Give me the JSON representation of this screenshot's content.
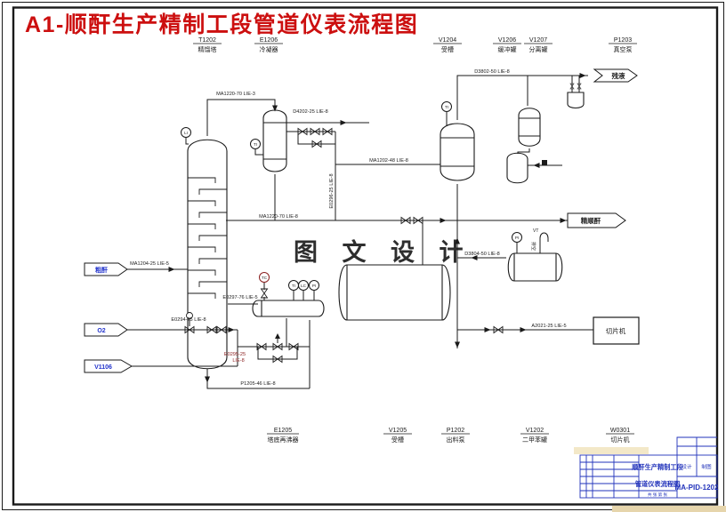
{
  "header": {
    "title": "A1-顺酐生产精制工段管道仪表流程图",
    "title_color": "#cc0f0f"
  },
  "watermark": {
    "text": "图 文 设 计"
  },
  "equipment_top": [
    {
      "code": "T1202",
      "name": "精馏塔"
    },
    {
      "code": "E1206",
      "name": "冷凝器"
    },
    {
      "code": "V1204",
      "name": "受槽"
    },
    {
      "code": "V1206",
      "name": "缓冲罐"
    },
    {
      "code": "V1207",
      "name": "分离罐"
    },
    {
      "code": "P1203",
      "name": "真空泵"
    }
  ],
  "equipment_bottom": [
    {
      "code": "E1205",
      "name": "塔底再沸器"
    },
    {
      "code": "V1205",
      "name": "受槽"
    },
    {
      "code": "P1202",
      "name": "出料泵"
    },
    {
      "code": "V1202",
      "name": "二甲苯罐"
    },
    {
      "code": "W0301",
      "name": "切片机"
    }
  ],
  "flags": {
    "in": [
      {
        "label": "粗酐"
      },
      {
        "label": "O2"
      },
      {
        "label": "V1106"
      }
    ],
    "out": [
      {
        "label": "残液"
      },
      {
        "label": "精顺酐"
      }
    ]
  },
  "pipe_labels": [
    {
      "text": "MA1220-70 LIE-3"
    },
    {
      "text": "D4202-25 LIE-8"
    },
    {
      "text": "MA1202-48 LIE-8"
    },
    {
      "text": "D3802-50 LIE-8"
    },
    {
      "text": "MA1220-70 LIE-8"
    },
    {
      "text": "D3804-50 LIE-8"
    },
    {
      "text": "A2021-25 LIE-5"
    },
    {
      "text": "MA1204-25 LIE-5"
    },
    {
      "text": "E0294-25 LIE-8"
    },
    {
      "text": "E0295-25"
    },
    {
      "text": "LIE-8"
    },
    {
      "text": "P1205-46 LIE-8"
    },
    {
      "text": "E0297-76 LIE-5"
    },
    {
      "text": "E0296-25 LIE-8"
    }
  ],
  "instruments": [
    {
      "tag": "LI"
    },
    {
      "tag": "TI"
    },
    {
      "tag": "TI"
    },
    {
      "tag": "TC"
    },
    {
      "tag": "TI"
    },
    {
      "tag": "LC"
    },
    {
      "tag": "PI"
    },
    {
      "tag": "PI"
    }
  ],
  "vent": {
    "tag": "VT",
    "note": "排空"
  },
  "flaker": {
    "label": "切片机"
  },
  "titleblock": {
    "project_line1": "顺酐生产精制工段",
    "project_line2": "管道仪表流程图",
    "drawing_no": "MA-PID-1202",
    "cell_a": "设计",
    "cell_b": "制图",
    "footer": "共 张 第 张"
  }
}
